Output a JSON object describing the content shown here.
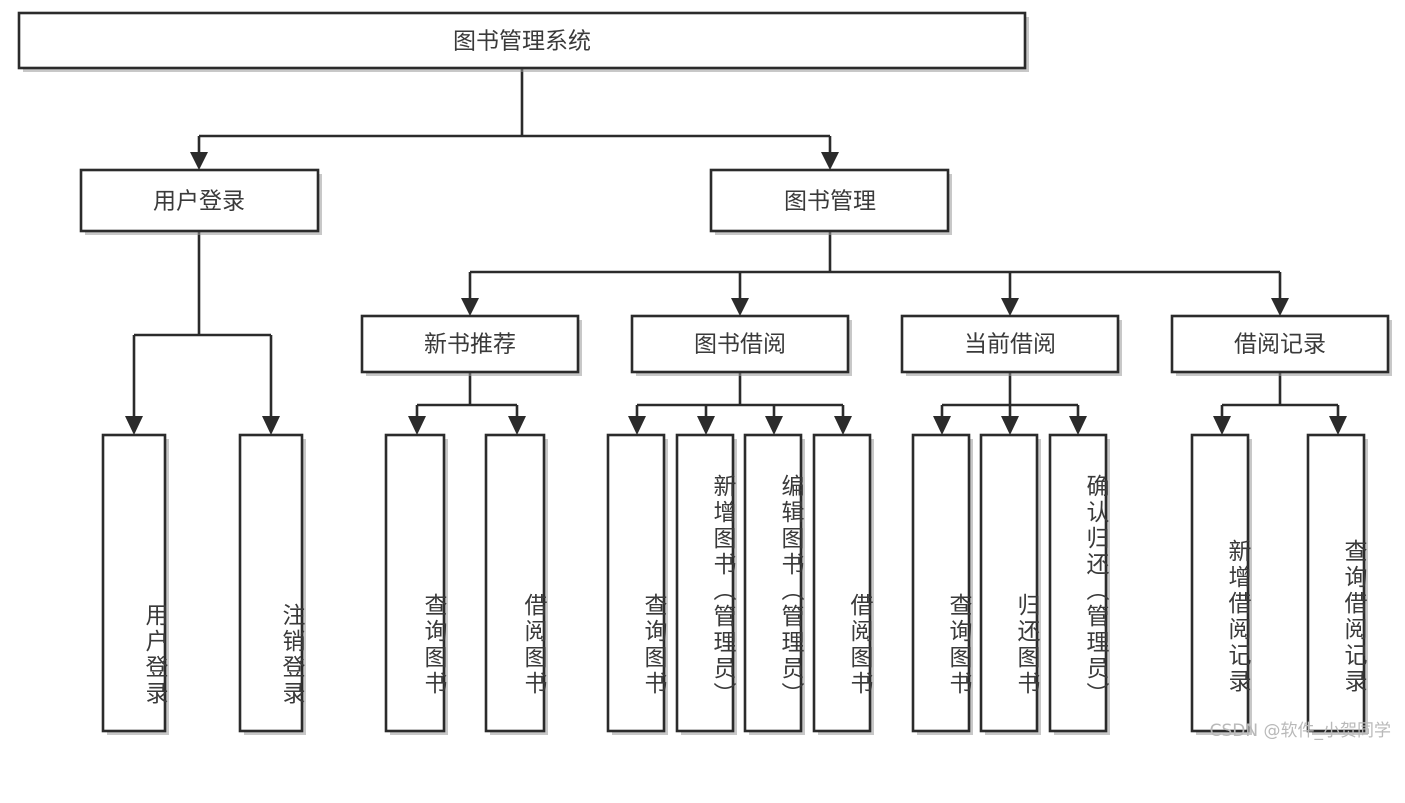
{
  "diagram": {
    "title": "图书管理系统",
    "type": "tree-hierarchy-flowchart",
    "orientation": "top-down",
    "colors": {
      "box_fill": "#ffffff",
      "box_stroke": "#2b2b2b",
      "text": "#3a3a3a",
      "shadow": "#9a9a9a",
      "watermark": "#b9b9b9",
      "background": "#ffffff"
    },
    "root": {
      "label": "图书管理系统"
    },
    "level2": [
      {
        "label": "用户登录"
      },
      {
        "label": "图书管理"
      }
    ],
    "level3": [
      {
        "label": "新书推荐"
      },
      {
        "label": "图书借阅"
      },
      {
        "label": "当前借阅"
      },
      {
        "label": "借阅记录"
      }
    ],
    "leaves": {
      "user_login": [
        {
          "label": "用户登录"
        },
        {
          "label": "注销登录"
        }
      ],
      "new_book_recommend": [
        {
          "label": "查询图书"
        },
        {
          "label": "借阅图书"
        }
      ],
      "book_borrow": [
        {
          "label": "查询图书"
        },
        {
          "label": "新增图书（管理员）"
        },
        {
          "label": "编辑图书（管理员）"
        },
        {
          "label": "借阅图书"
        }
      ],
      "current_borrow": [
        {
          "label": "查询图书"
        },
        {
          "label": "归还图书"
        },
        {
          "label": "确认归还（管理员）"
        }
      ],
      "borrow_record": [
        {
          "label": "新增借阅记录"
        },
        {
          "label": "查询借阅记录"
        }
      ]
    }
  },
  "watermark": {
    "text": "CSDN @软件_小贺同学"
  }
}
